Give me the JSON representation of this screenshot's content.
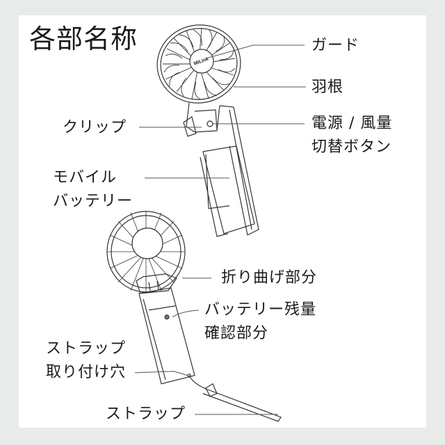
{
  "title": "各部名称",
  "colors": {
    "background": "#e9ebea",
    "panel": "#ffffff",
    "line": "#222222",
    "leader": "#555555"
  },
  "fan_brand": "MiLink",
  "labels": {
    "guard": "ガード",
    "blade": "羽根",
    "power_line1": "電源 / 風量",
    "power_line2": "切替ボタン",
    "clip": "クリップ",
    "battery_line1": "モバイル",
    "battery_line2": "バッテリー",
    "fold": "折り曲げ部分",
    "level_line1": "バッテリー残量",
    "level_line2": "確認部分",
    "strap_hole_line1": "ストラップ",
    "strap_hole_line2": "取り付け穴",
    "strap": "ストラップ"
  }
}
